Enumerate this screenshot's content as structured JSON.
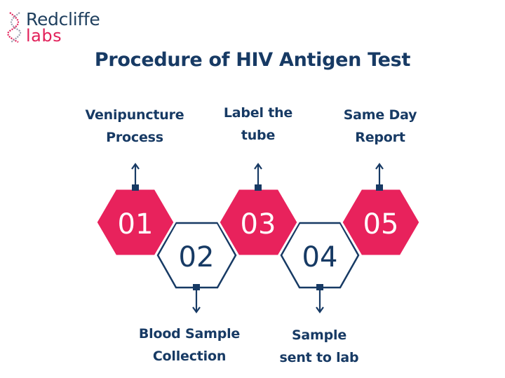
{
  "brand": {
    "name_line1": "Redcliffe",
    "name_line2": "labs",
    "logo_icon": "dna-icon",
    "primary_color": "#1f3f5e",
    "accent_color": "#e2215a"
  },
  "title": "Procedure of HIV Antigen Test",
  "colors": {
    "pink": "#e8225c",
    "navy": "#173a64",
    "white": "#ffffff"
  },
  "steps": [
    {
      "number": "01",
      "label_line1": "Venipuncture",
      "label_line2": "Process",
      "style": "filled",
      "label_position": "top"
    },
    {
      "number": "02",
      "label_line1": "Blood Sample",
      "label_line2": "Collection",
      "style": "outline",
      "label_position": "bottom"
    },
    {
      "number": "03",
      "label_line1": "Label the",
      "label_line2": "tube",
      "style": "filled",
      "label_position": "top"
    },
    {
      "number": "04",
      "label_line1": "Sample",
      "label_line2": "sent to lab",
      "style": "outline",
      "label_position": "bottom"
    },
    {
      "number": "05",
      "label_line1": "Same Day",
      "label_line2": "Report",
      "style": "filled",
      "label_position": "top"
    }
  ]
}
